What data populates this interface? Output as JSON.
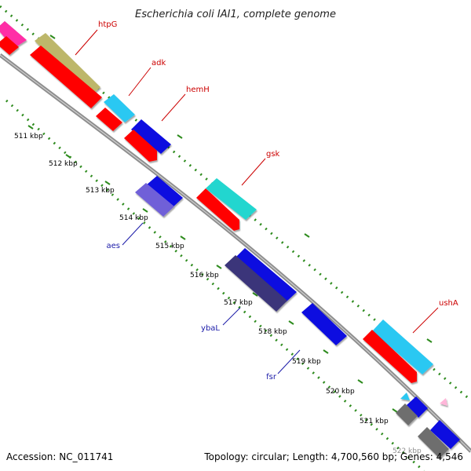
{
  "title": "Escherichia coli IAI1, complete genome",
  "footer": {
    "accession": "Accession: NC_011741",
    "topology": "Topology: circular; Length: 4,700,560 bp; Genes: 4,546"
  },
  "colors": {
    "backbone": "#8f8f8f",
    "tick_green": "#2e8b1e",
    "top_label": "#cc0000",
    "bottom_label": "#1a1aa8"
  },
  "kbp_labels": [
    "511 kbp",
    "512 kbp",
    "513 kbp",
    "514 kbp",
    "515 kbp",
    "516 kbp",
    "517 kbp",
    "518 kbp",
    "519 kbp",
    "520 kbp",
    "521 kbp",
    "522 kbp"
  ],
  "top_gene_labels": [
    "htpG",
    "adk",
    "hemH",
    "gsk",
    "ushA"
  ],
  "bottom_gene_labels": [
    "aes",
    "ybaL",
    "fsr"
  ]
}
